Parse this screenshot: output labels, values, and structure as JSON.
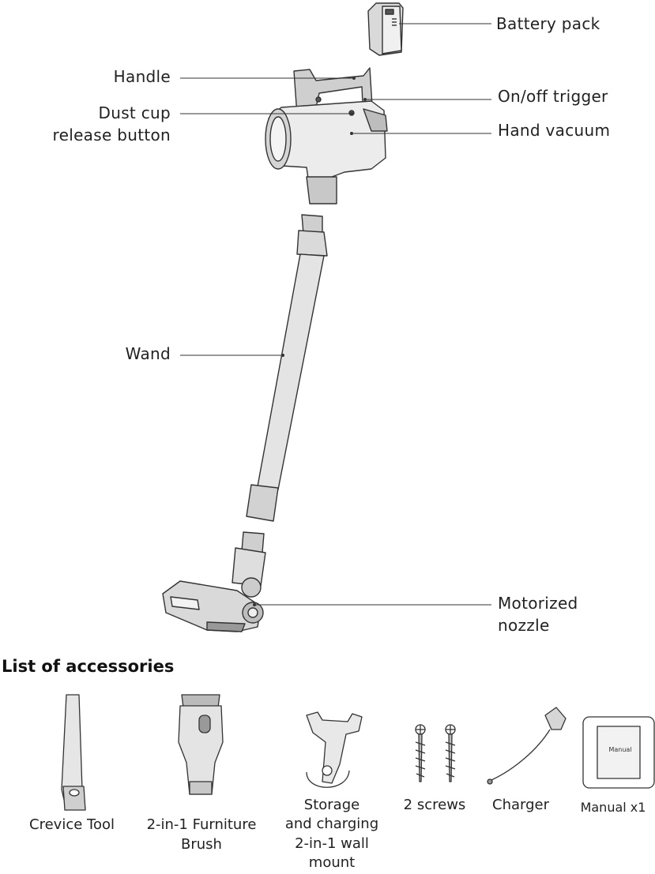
{
  "labels": {
    "battery_pack": "Battery pack",
    "handle": "Handle",
    "on_off_trigger": "On/off trigger",
    "dust_cup_line1": "Dust cup",
    "dust_cup_line2": "release button",
    "hand_vacuum": "Hand vacuum",
    "wand": "Wand",
    "motorized_line1": "Motorized",
    "motorized_line2": "nozzle"
  },
  "accessories": {
    "heading": "List of accessories",
    "crevice_tool": "Crevice Tool",
    "furniture_line1": "2-in-1 Furniture",
    "furniture_line2": "Brush",
    "mount_line1": "Storage",
    "mount_line2": "and charging",
    "mount_line3": "2-in-1 wall",
    "mount_line4": "mount",
    "screws": "2 screws",
    "charger": "Charger",
    "manual": "Manual x1",
    "manual_cover": "Manual"
  },
  "colors": {
    "line": "#333333",
    "fill_light": "#e6e6e6",
    "fill_mid": "#bdbdbd",
    "fill_dark": "#8a8a8a"
  }
}
